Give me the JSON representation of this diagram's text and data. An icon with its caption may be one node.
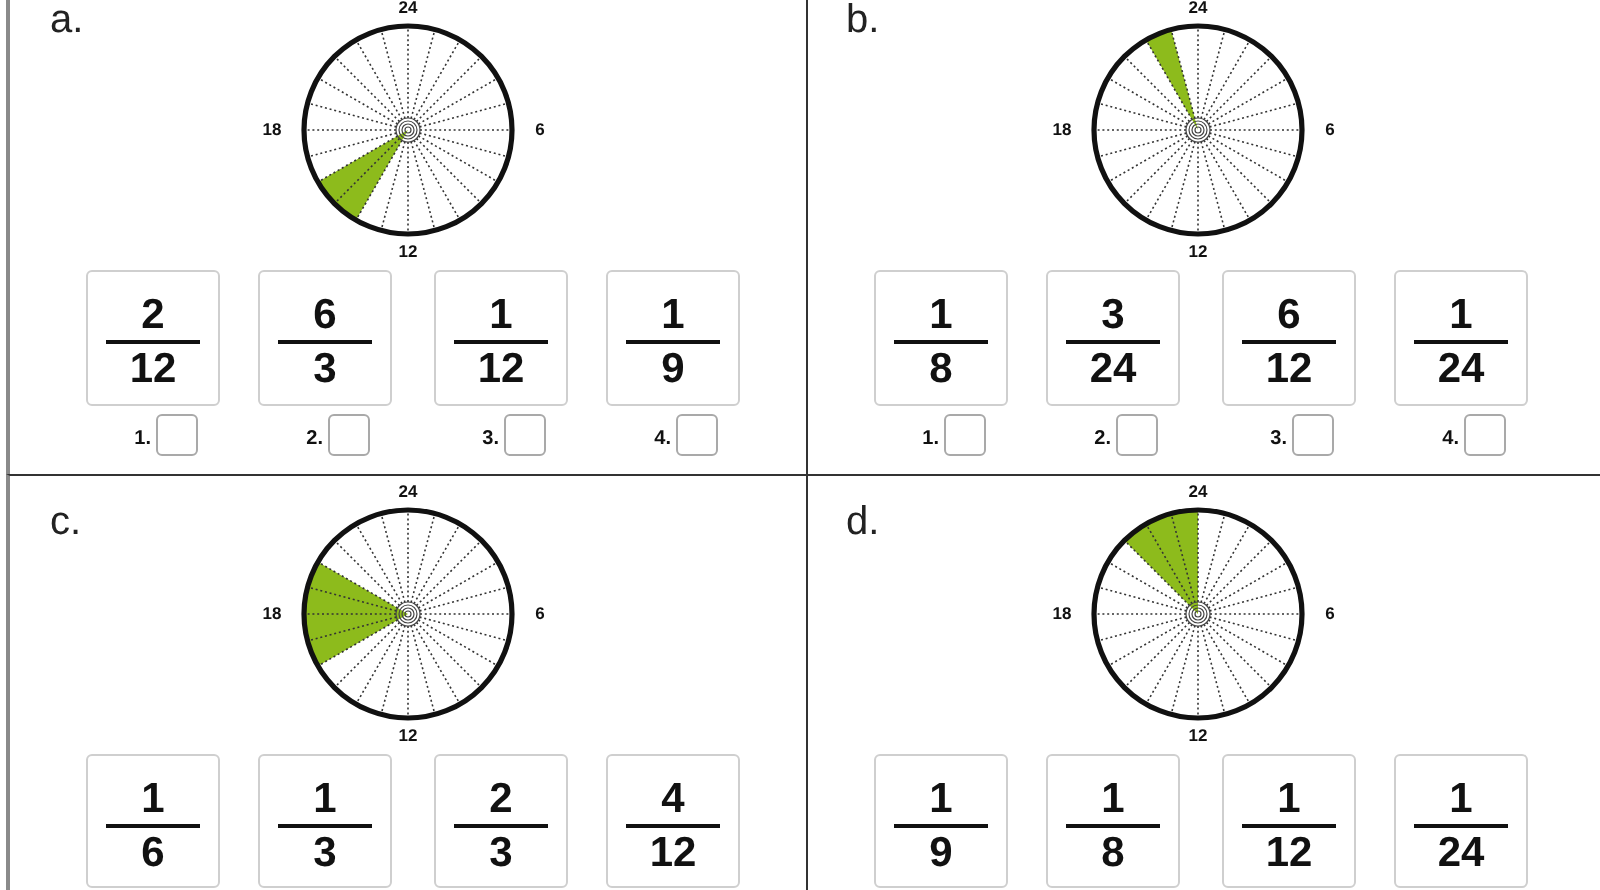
{
  "diagram": {
    "nodes": [
      {
        "text": [
          "a."
        ]
      },
      {
        "text": [],
        "shape": "circle",
        "in": 0,
        "beside": [
          "24",
          "18",
          "6",
          "12"
        ]
      },
      {
        "text": [
          "2",
          "12"
        ],
        "in": 0,
        "beside": [
          "1."
        ]
      },
      {
        "text": [
          "6",
          "3"
        ],
        "in": 0,
        "beside": [
          "2."
        ]
      },
      {
        "text": [
          "1",
          "12"
        ],
        "in": 0,
        "beside": [
          "3."
        ]
      },
      {
        "text": [
          "1",
          "9"
        ],
        "in": 0,
        "beside": [
          "4."
        ]
      },
      {
        "text": [
          "b."
        ]
      },
      {
        "text": [],
        "shape": "circle",
        "in": 6,
        "beside": [
          "24",
          "18",
          "6",
          "12"
        ]
      },
      {
        "text": [
          "1",
          "8"
        ],
        "in": 6,
        "beside": [
          "1."
        ]
      },
      {
        "text": [
          "3",
          "24"
        ],
        "in": 6,
        "beside": [
          "2."
        ]
      },
      {
        "text": [
          "6",
          "12"
        ],
        "in": 6,
        "beside": [
          "3."
        ]
      },
      {
        "text": [
          "1",
          "24"
        ],
        "in": 6,
        "beside": [
          "4."
        ]
      },
      {
        "text": [
          "c."
        ]
      },
      {
        "text": [],
        "shape": "circle",
        "in": 12,
        "beside": [
          "24",
          "18",
          "6",
          "12"
        ]
      },
      {
        "text": [
          "1",
          "6"
        ],
        "in": 12
      },
      {
        "text": [
          "1",
          "3"
        ],
        "in": 12
      },
      {
        "text": [
          "2",
          "3"
        ],
        "in": 12
      },
      {
        "text": [
          "4",
          "12"
        ],
        "in": 12
      },
      {
        "text": [
          "d."
        ]
      },
      {
        "text": [],
        "shape": "circle",
        "in": 18,
        "beside": [
          "24",
          "18",
          "6",
          "12"
        ]
      },
      {
        "text": [
          "1",
          "9"
        ],
        "in": 18
      },
      {
        "text": [
          "1",
          "8"
        ],
        "in": 18
      },
      {
        "text": [
          "1",
          "12"
        ],
        "in": 18
      },
      {
        "text": [
          "1",
          "24"
        ],
        "in": 18
      }
    ]
  }
}
